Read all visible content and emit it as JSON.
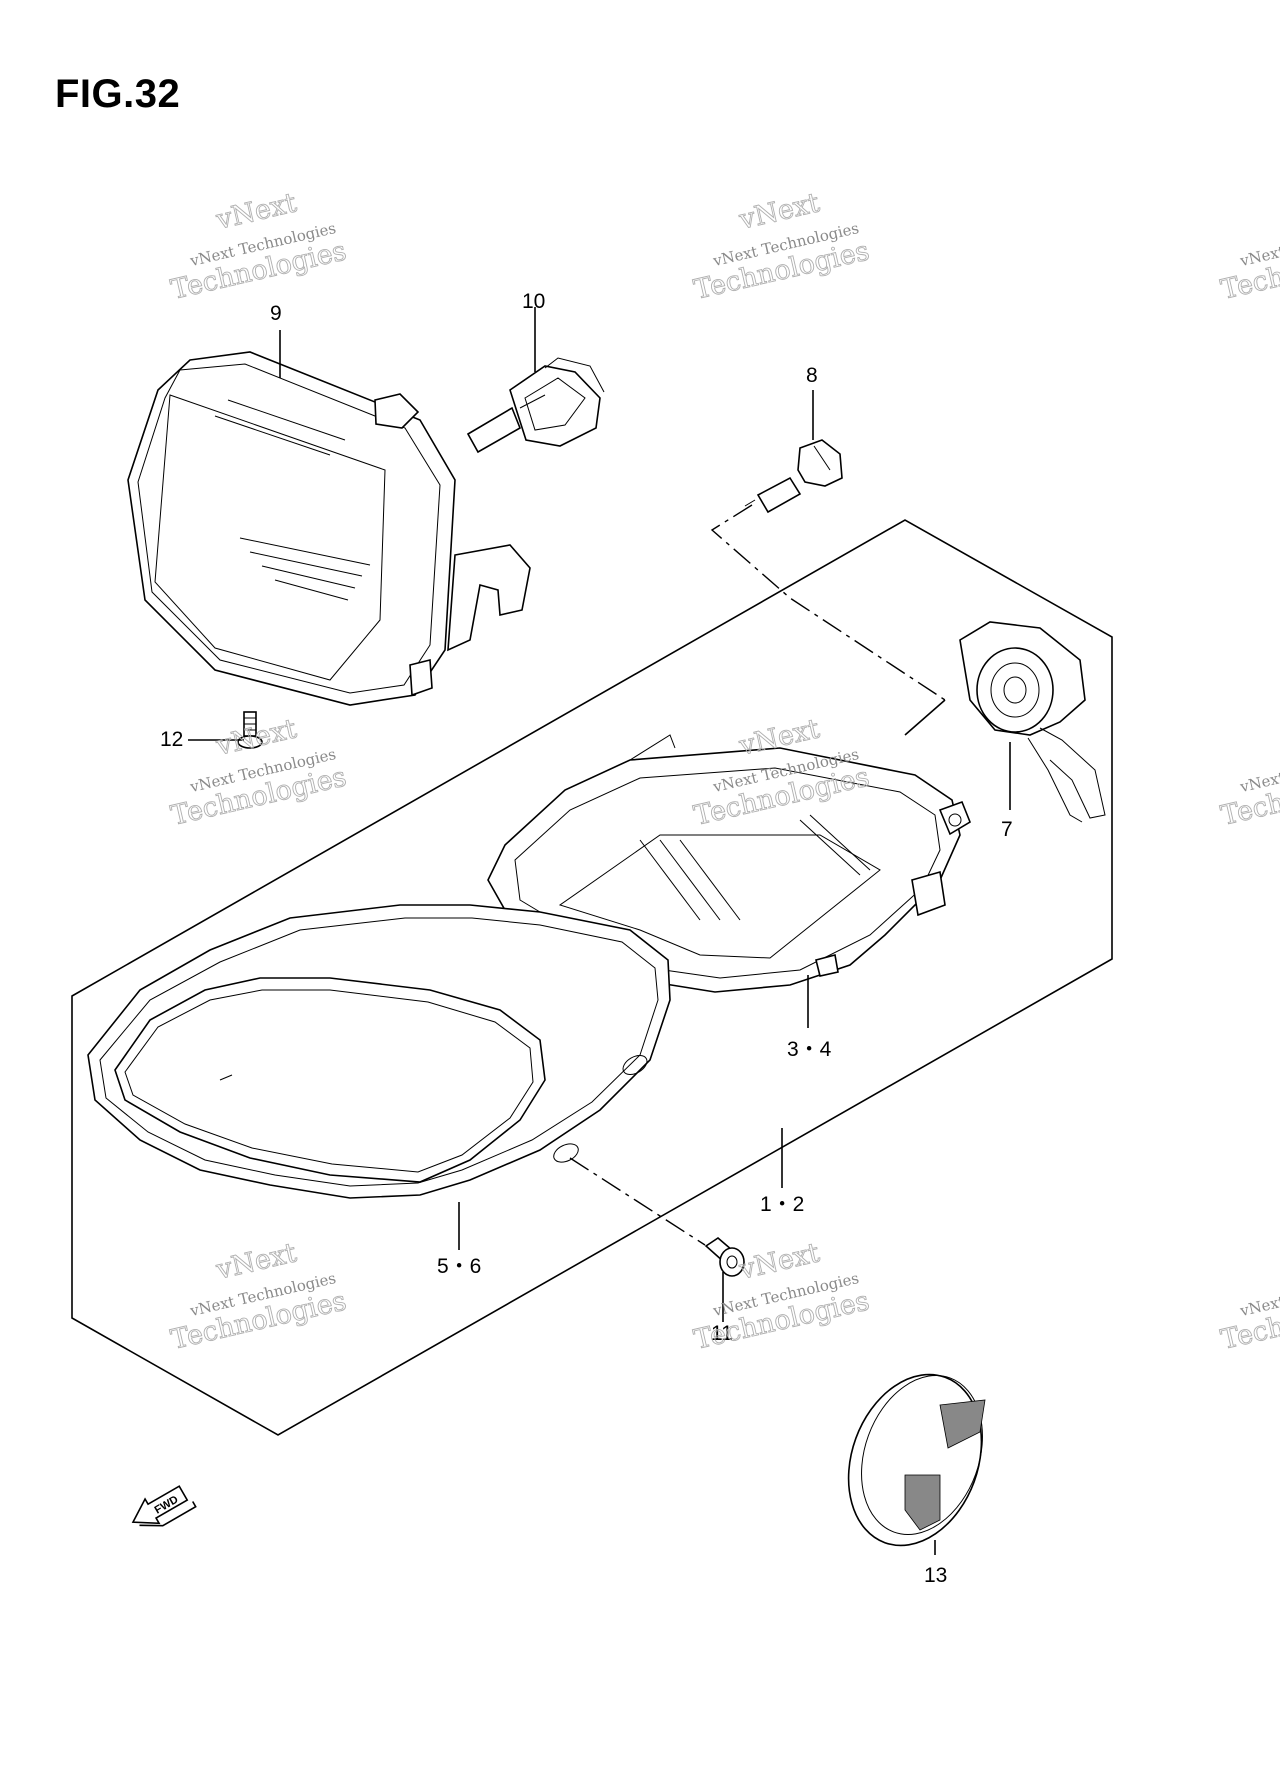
{
  "figure": {
    "title": "FIG.32"
  },
  "watermark": {
    "line1": "vNext",
    "line2": "vNext Technologies",
    "line3": "Technologies"
  },
  "callouts": [
    {
      "id": "9",
      "text": "9"
    },
    {
      "id": "10",
      "text": "10"
    },
    {
      "id": "8",
      "text": "8"
    },
    {
      "id": "12",
      "text": "12"
    },
    {
      "id": "7",
      "text": "7"
    },
    {
      "id": "3-4",
      "text": "3・4"
    },
    {
      "id": "1-2",
      "text": "1・2"
    },
    {
      "id": "5-6",
      "text": "5・6"
    },
    {
      "id": "11",
      "text": "11"
    },
    {
      "id": "13",
      "text": "13"
    }
  ],
  "forward_arrow": {
    "text": "FWD"
  },
  "colors": {
    "line": "#000000",
    "watermark": "#9a9a9a",
    "background": "#ffffff"
  }
}
